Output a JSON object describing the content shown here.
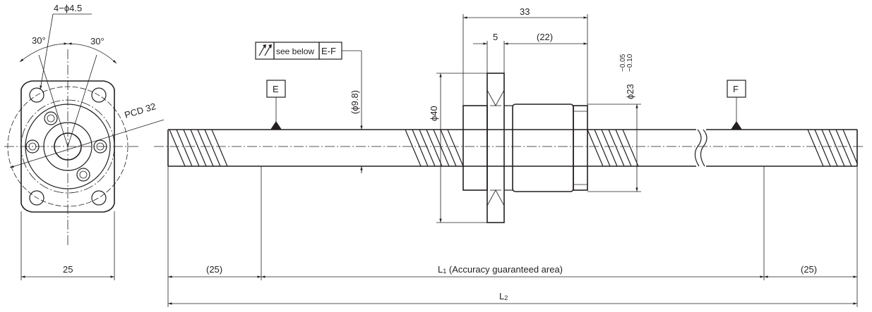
{
  "end_view": {
    "hole_callout": "4−ϕ4.5",
    "angle_left": "30°",
    "angle_right": "30°",
    "pcd": "PCD 32",
    "width": "25"
  },
  "side_view": {
    "nut_length": "33",
    "flange_thickness": "5",
    "nut_body": "(22)",
    "shaft_dia": "(ϕ9.8)",
    "flange_dia": "ϕ40",
    "nut_dia": "ϕ23",
    "nut_tol_upper": "−0.05",
    "nut_tol_lower": "−0.10",
    "datum_e": "E",
    "datum_f": "F",
    "tolerance_note": "see below",
    "tolerance_ref": "E-F",
    "left_margin": "(25)",
    "right_margin": "(25)",
    "l1": "L",
    "l1_sub": "1",
    "l1_text": " (Accuracy guaranteed area)",
    "l2": "L",
    "l2_sub": "2"
  }
}
